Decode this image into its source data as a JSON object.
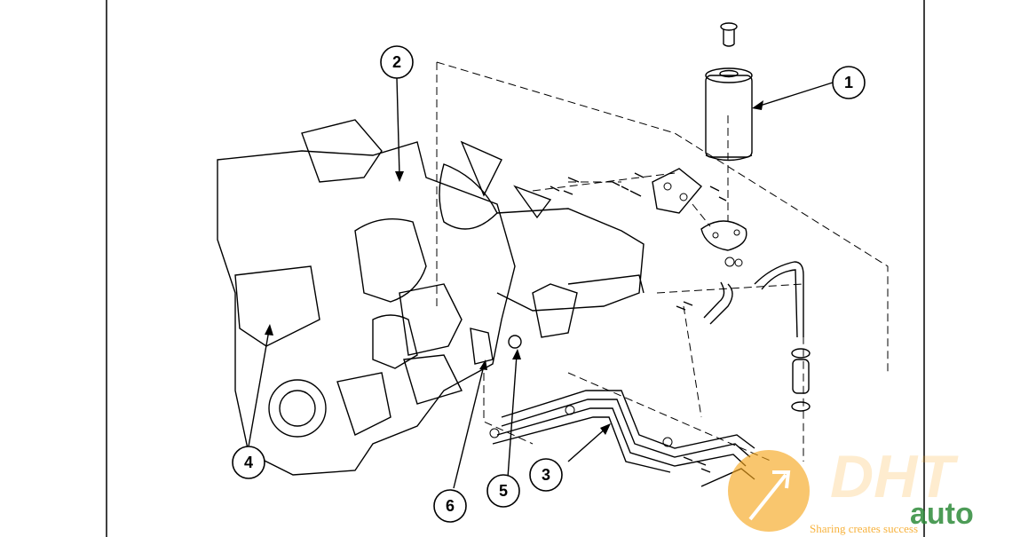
{
  "callouts": [
    {
      "label": "1"
    },
    {
      "label": "2"
    },
    {
      "label": "3"
    },
    {
      "label": "4"
    },
    {
      "label": "5"
    },
    {
      "label": "6"
    }
  ],
  "watermark": {
    "logo_text": "DHT",
    "brand_text": "auto",
    "tagline": "Sharing creates success",
    "accent_color": "#f6a51c",
    "brand_color": "#2e8b3a"
  }
}
